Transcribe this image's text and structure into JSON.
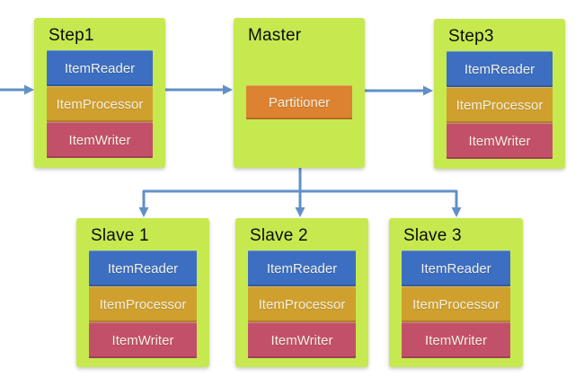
{
  "colors": {
    "canvas-bg": "#ffffff",
    "group-green": "#c6e950",
    "reader-blue": "#3c6fc2",
    "processor-gold": "#d0a02e",
    "writer-red": "#c35069",
    "partitioner-orange": "#dc8230",
    "arrow-blue": "#6090c8",
    "title-text": "#0c0c0c",
    "component-text": "#f2efe3"
  },
  "diagram": {
    "nodes": [
      {
        "id": "step1",
        "title": "Step1",
        "components": [
          "ItemReader",
          "ItemProcessor",
          "ItemWriter"
        ]
      },
      {
        "id": "master",
        "title": "Master",
        "components": [
          "Partitioner"
        ]
      },
      {
        "id": "step3",
        "title": "Step3",
        "components": [
          "ItemReader",
          "ItemProcessor",
          "ItemWriter"
        ]
      },
      {
        "id": "slave1",
        "title": "Slave 1",
        "components": [
          "ItemReader",
          "ItemProcessor",
          "ItemWriter"
        ]
      },
      {
        "id": "slave2",
        "title": "Slave 2",
        "components": [
          "ItemReader",
          "ItemProcessor",
          "ItemWriter"
        ]
      },
      {
        "id": "slave3",
        "title": "Slave 3",
        "components": [
          "ItemReader",
          "ItemProcessor",
          "ItemWriter"
        ]
      }
    ],
    "edges": [
      {
        "from": "external",
        "to": "step1"
      },
      {
        "from": "step1",
        "to": "master"
      },
      {
        "from": "master",
        "to": "step3"
      },
      {
        "from": "master",
        "to": "slave1"
      },
      {
        "from": "master",
        "to": "slave2"
      },
      {
        "from": "master",
        "to": "slave3"
      }
    ]
  }
}
